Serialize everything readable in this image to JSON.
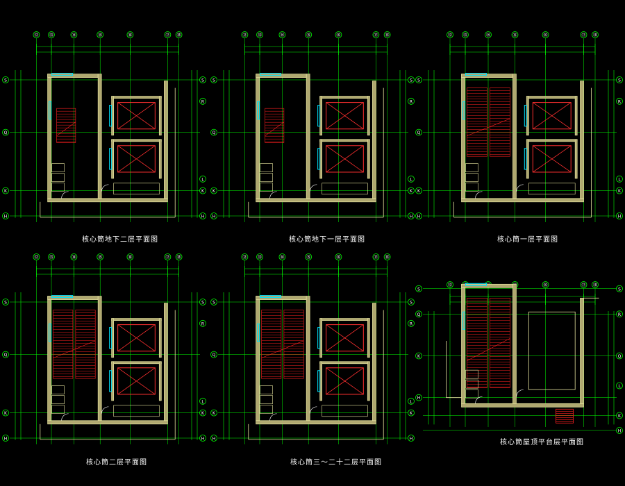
{
  "colors": {
    "background": "#000000",
    "grid": "#00ff00",
    "wall": "#e8e6a0",
    "wall_hatch": "#b0a870",
    "stair": "#ff2020",
    "elevator_box": "#ff3030",
    "window": "#00e5ff",
    "text": "#ffffff",
    "door": "#ffffff",
    "dim": "#00ff00"
  },
  "plans": [
    {
      "title": "核心筒地下二层平面图",
      "col_labels": [
        "⑫",
        "⑬",
        "⑭",
        "⑮",
        "⑯",
        "⑰",
        "⑱"
      ],
      "row_labels": [
        "S",
        "Q",
        "K",
        "H"
      ],
      "row_labels_right": [
        "S",
        "R",
        "L",
        "K",
        "H"
      ]
    },
    {
      "title": "核心筒地下一层平面图",
      "col_labels": [
        "⑫",
        "⑬",
        "⑭",
        "⑮",
        "⑯",
        "⑰",
        "⑱"
      ],
      "row_labels": [
        "S",
        "Q",
        "K",
        "H"
      ],
      "row_labels_right": [
        "S",
        "R",
        "L",
        "K",
        "H"
      ]
    },
    {
      "title": "核心筒一层平面图",
      "col_labels": [
        "⑫",
        "⑬",
        "⑭",
        "⑮",
        "⑯",
        "⑰",
        "⑱"
      ],
      "row_labels": [
        "S",
        "Q",
        "K",
        "H"
      ],
      "row_labels_right": [
        "S",
        "R",
        "L",
        "K",
        "H"
      ]
    },
    {
      "title": "核心筒二层平面图",
      "col_labels": [
        "⑫",
        "⑬",
        "⑭",
        "⑮",
        "⑯",
        "⑰",
        "⑱"
      ],
      "row_labels": [
        "S",
        "Q",
        "K",
        "H"
      ],
      "row_labels_right": [
        "S",
        "R",
        "L",
        "K",
        "H"
      ]
    },
    {
      "title": "核心筒三～二十二层平面图",
      "col_labels": [
        "⑫",
        "⑬",
        "⑭",
        "⑮",
        "⑯",
        "⑰",
        "⑱"
      ],
      "row_labels": [
        "S",
        "Q",
        "K",
        "H"
      ],
      "row_labels_right": [
        "S",
        "R",
        "L",
        "K",
        "H"
      ]
    },
    {
      "title": "核心筒屋顶平台层平面图",
      "col_labels": [
        "⑫",
        "⑬",
        "⑭",
        "⑮",
        "⑯",
        "⑰",
        "⑱"
      ],
      "row_labels": [
        "S",
        "Q",
        "K",
        "H"
      ],
      "row_labels_right": [
        "S",
        "R",
        "Q",
        "L",
        "K",
        "H"
      ]
    }
  ]
}
